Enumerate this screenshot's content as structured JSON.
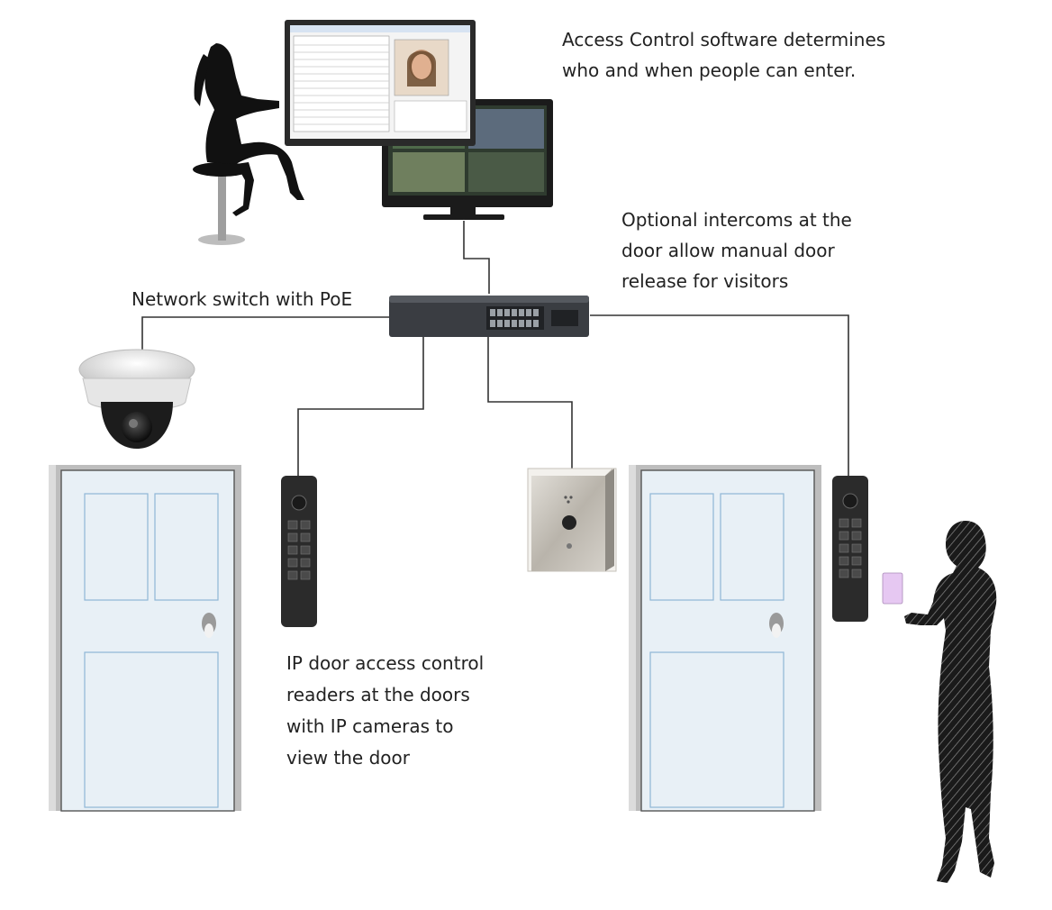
{
  "captions": {
    "software": "Access Control software determines\nwho and when people can enter.",
    "intercom": "Optional intercoms at the\ndoor allow manual door\nrelease for visitors",
    "switch": "Network switch with PoE",
    "readers": "IP door access control\nreaders at the doors\nwith IP cameras to\nview the door"
  },
  "colors": {
    "silhouette": "#111111",
    "door_fill": "#e8f0f6",
    "door_panel_line": "#8fb6d6",
    "wire": "#333333",
    "switch_body": "#3a3d42",
    "reader_body": "#2b2b2b",
    "card": "#e6c8f2",
    "intercom_plate": "#c9c4bc"
  },
  "icons": [
    "person-seated-icon",
    "person-standing-icon",
    "monitor-icon",
    "network-switch-icon",
    "dome-camera-icon",
    "door-icon",
    "card-reader-icon",
    "intercom-icon",
    "access-card-icon"
  ]
}
